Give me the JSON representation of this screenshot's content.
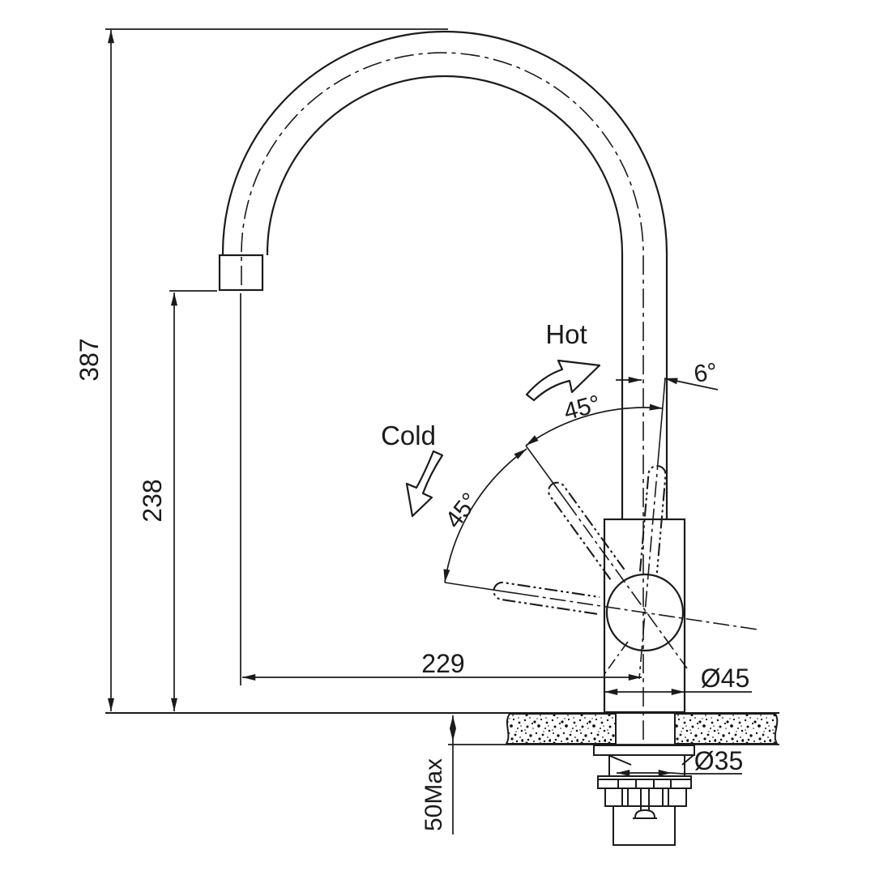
{
  "drawing": {
    "background": "#ffffff",
    "line_color": "#1b1b1b",
    "labels": {
      "hot": "Hot",
      "cold": "Cold"
    },
    "dimensions": {
      "total_height": "387",
      "spout_height": "238",
      "spout_reach": "229",
      "body_diameter": "Ø45",
      "hole_diameter": "Ø35",
      "max_counter_thickness": "50Max",
      "handle_swing_left": "45°",
      "handle_swing_right": "45°",
      "handle_tilt": "6°"
    }
  }
}
